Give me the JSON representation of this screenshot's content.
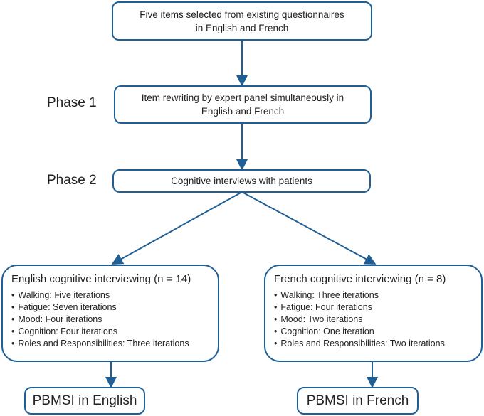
{
  "colors": {
    "accent": "#1f5f96",
    "text": "#222222"
  },
  "nodes": {
    "start": {
      "line1": "Five items selected  from existing questionnaires",
      "line2": "in English and French"
    },
    "phase1": {
      "label": "Phase  1",
      "line1": "Item rewriting by expert  panel simultaneously in",
      "line2": "English and French"
    },
    "phase2": {
      "label": "Phase  2",
      "text": "Cognitive interviews with patients"
    },
    "english": {
      "title": "English cognitive interviewing (n = 14)",
      "items": [
        "Walking: Five iterations",
        "Fatigue: Seven iterations",
        "Mood: Four iterations",
        "Cognition: Four iterations",
        "Roles and Responsibilities:  Three iterations"
      ]
    },
    "french": {
      "title": "French cognitive interviewing (n = 8)",
      "items": [
        "Walking: Three iterations",
        "Fatigue: Four iterations",
        "Mood: Two iterations",
        "Cognition: One iteration",
        "Roles and Responsibilities:  Two iterations"
      ]
    },
    "final_english": {
      "text": "PBMSI in English"
    },
    "final_french": {
      "text": "PBMSI in French"
    }
  }
}
